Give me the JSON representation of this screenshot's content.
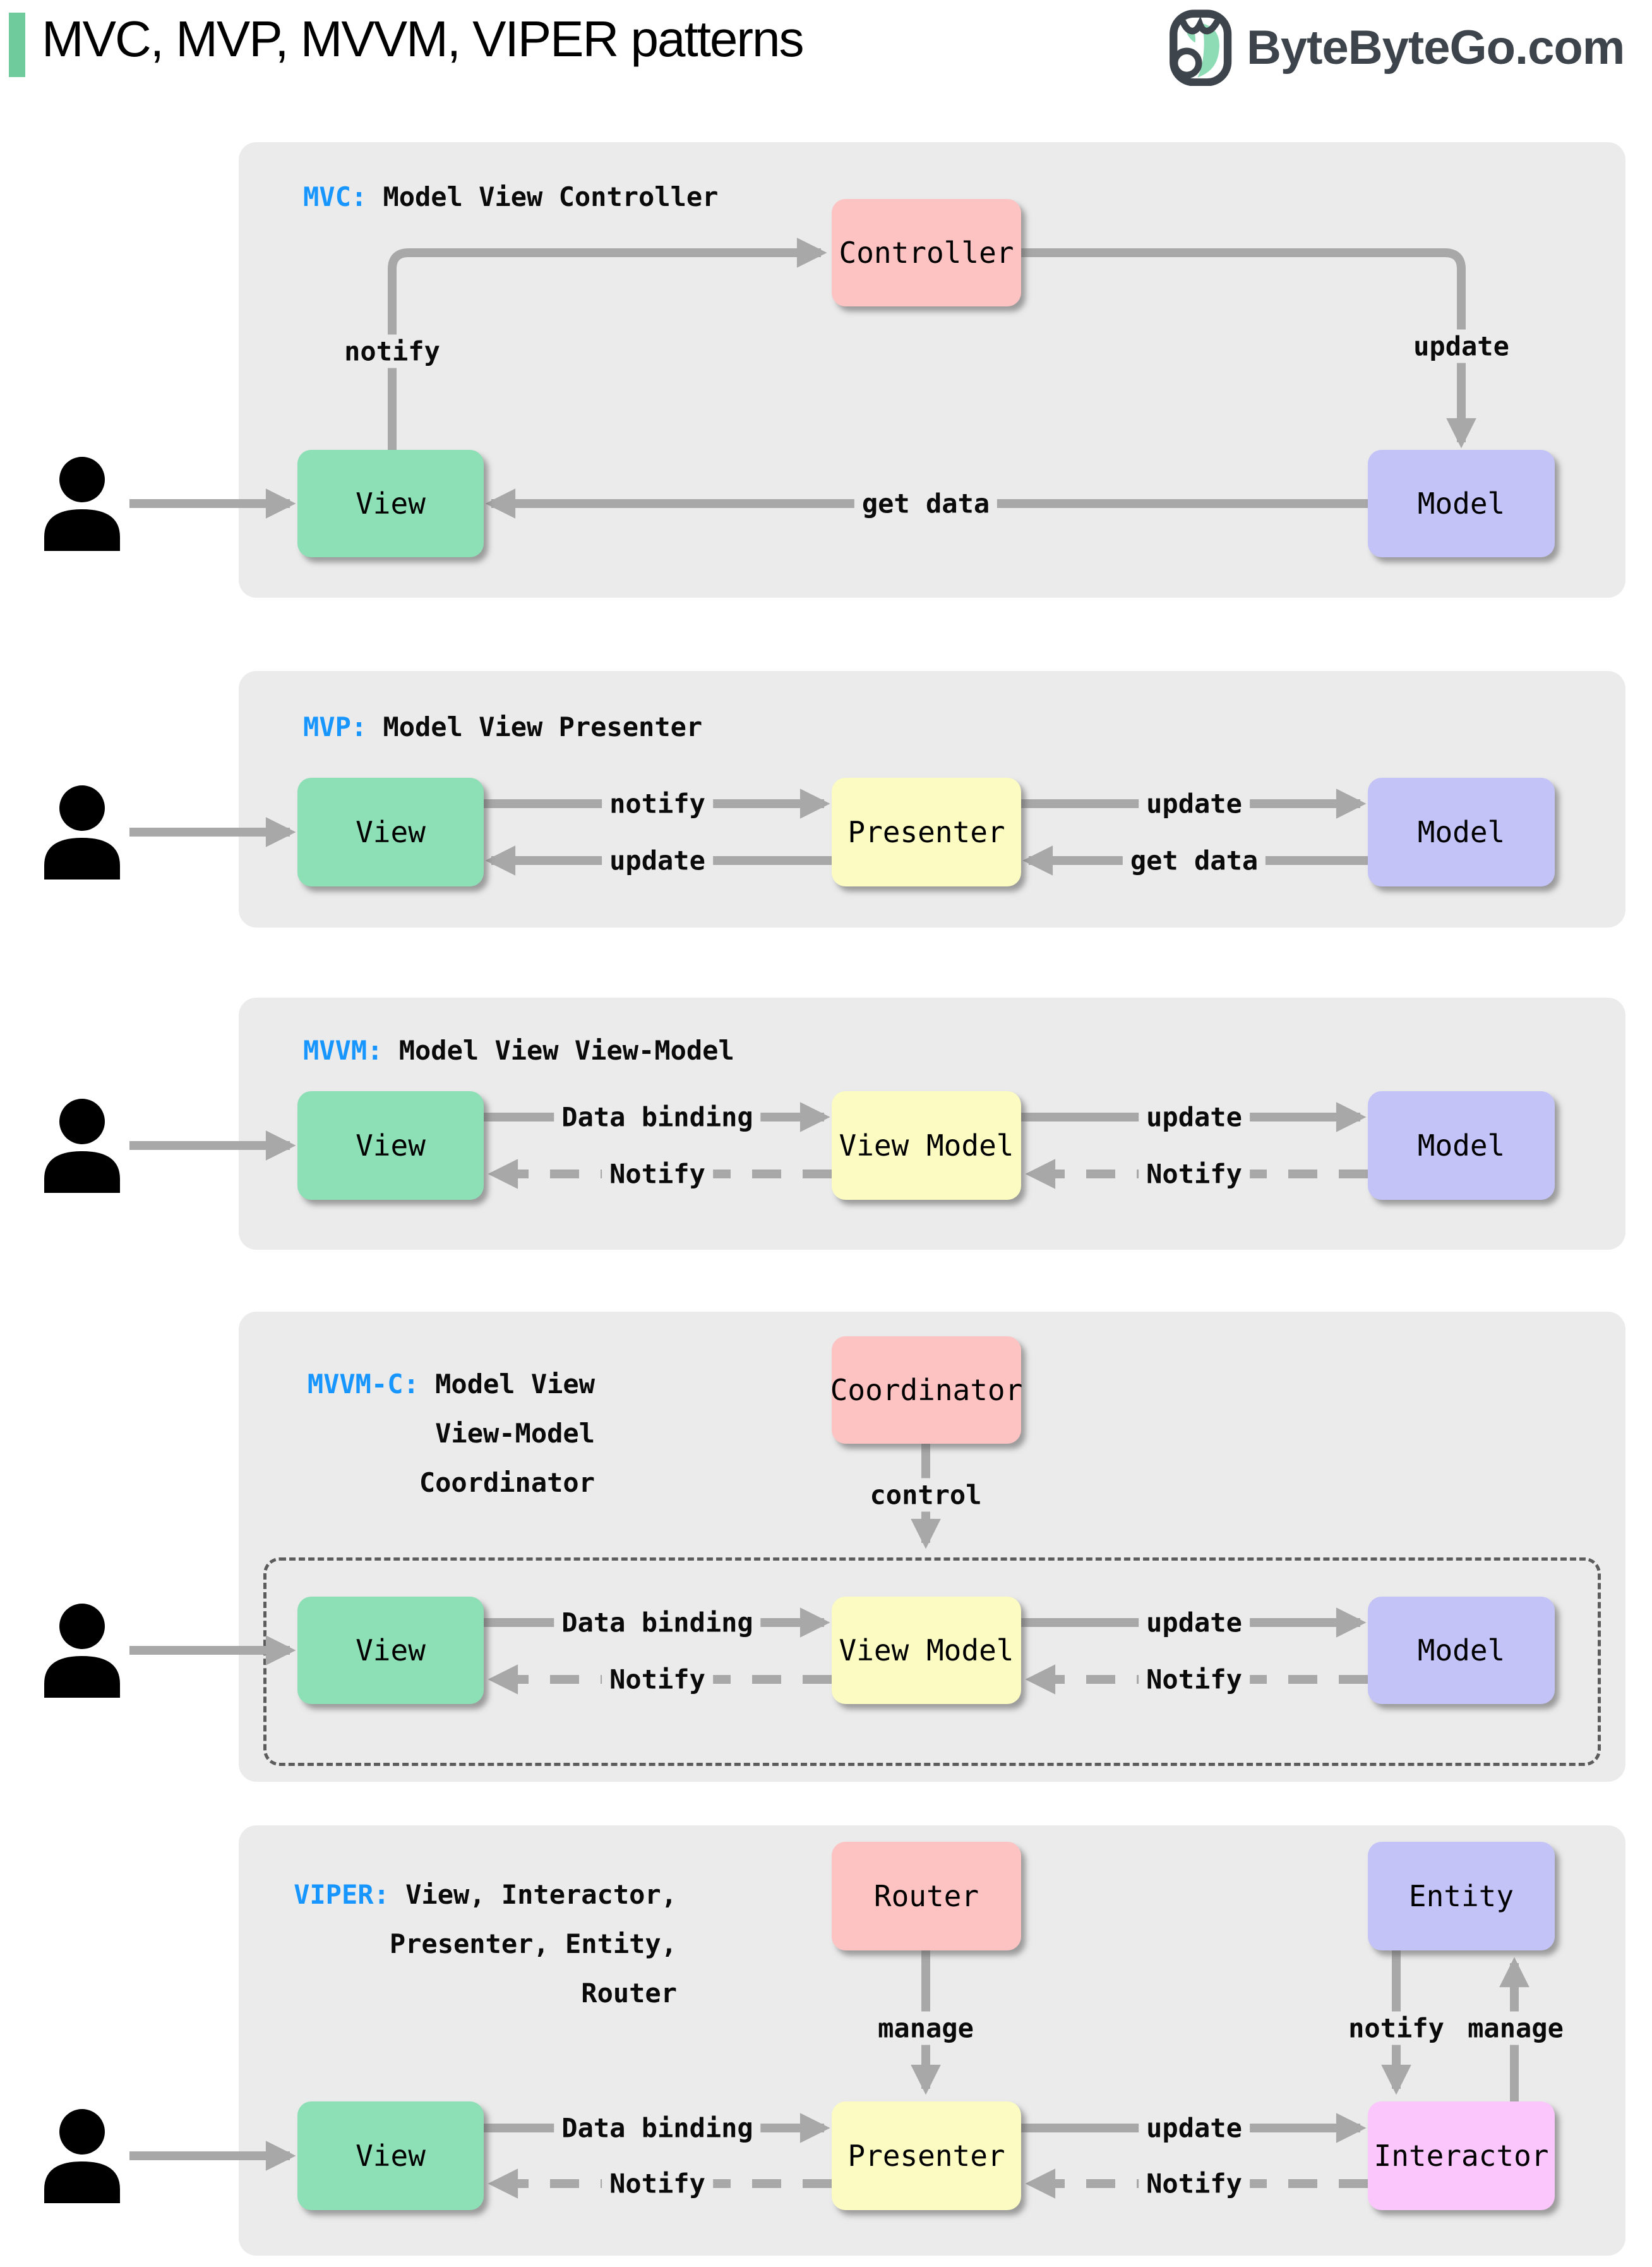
{
  "header": {
    "title": "MVC, MVP, MVVM, VIPER patterns",
    "brand": "ByteByteGo.com"
  },
  "colors": {
    "accent_blue": "#1896ff",
    "panel_bg": "#ebebeb",
    "arrow_gray": "#a8a8a8",
    "box_green": "#8ddfb6",
    "box_pink": "#fdc3c3",
    "box_yellow": "#fbfbc2",
    "box_purple": "#c3c3f8",
    "box_magenta": "#fbc6fb",
    "title_bar_green": "#6fcb9b",
    "logo_dark": "#3e444b"
  },
  "icons": {
    "user": "user-silhouette-icon",
    "logo": "bytebytego-bird-icon"
  },
  "panels": [
    {
      "abbr": "MVC:",
      "desc_lines": [
        "Model View Controller"
      ],
      "boxes": {
        "controller": "Controller",
        "view": "View",
        "model": "Model"
      },
      "labels": {
        "notify": "notify",
        "update": "update",
        "get_data": "get data"
      }
    },
    {
      "abbr": "MVP:",
      "desc_lines": [
        "Model View Presenter"
      ],
      "boxes": {
        "view": "View",
        "presenter": "Presenter",
        "model": "Model"
      },
      "labels": {
        "notify": "notify",
        "update_to_model": "update",
        "update_to_view": "update",
        "get_data": "get data"
      }
    },
    {
      "abbr": "MVVM:",
      "desc_lines": [
        "Model View View-Model"
      ],
      "boxes": {
        "view": "View",
        "view_model": "View Model",
        "model": "Model"
      },
      "labels": {
        "data_binding": "Data binding",
        "update": "update",
        "notify_view": "Notify",
        "notify_view_model": "Notify"
      }
    },
    {
      "abbr": "MVVM-C:",
      "desc_lines": [
        "Model View",
        "View-Model",
        "Coordinator"
      ],
      "boxes": {
        "coordinator": "Coordinator",
        "view": "View",
        "view_model": "View Model",
        "model": "Model"
      },
      "labels": {
        "control": "control",
        "data_binding": "Data binding",
        "update": "update",
        "notify_view": "Notify",
        "notify_view_model": "Notify"
      }
    },
    {
      "abbr": "VIPER:",
      "desc_lines": [
        "View, Interactor,",
        "Presenter, Entity,",
        "Router"
      ],
      "boxes": {
        "router": "Router",
        "entity": "Entity",
        "view": "View",
        "presenter": "Presenter",
        "interactor": "Interactor"
      },
      "labels": {
        "manage_router": "manage",
        "notify_entity": "notify",
        "manage_entity": "manage",
        "data_binding": "Data binding",
        "update": "update",
        "notify_view": "Notify",
        "notify_presenter": "Notify"
      }
    }
  ]
}
